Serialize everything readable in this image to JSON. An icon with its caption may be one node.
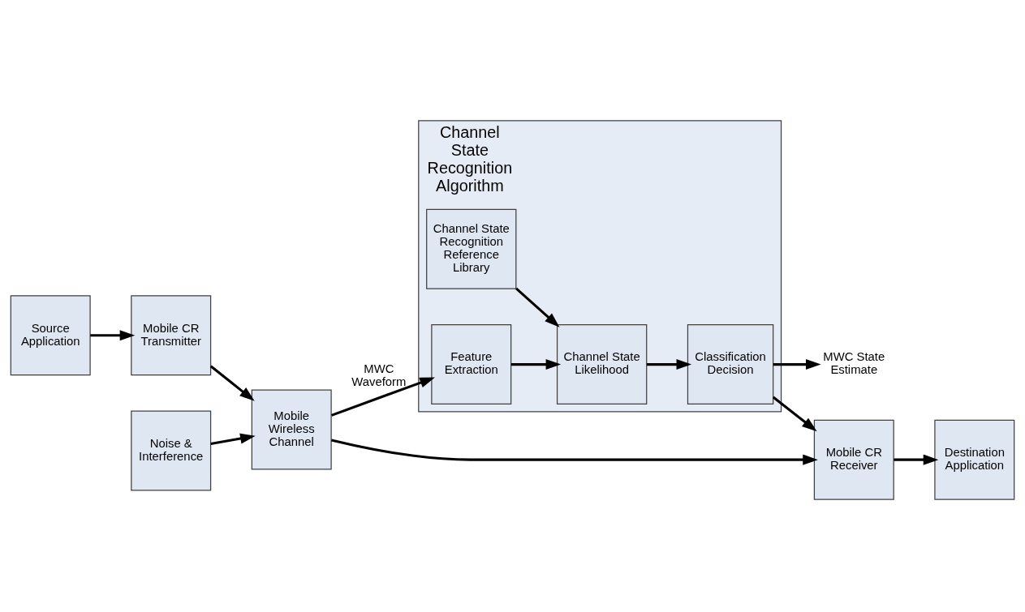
{
  "diagram": {
    "nodes": [
      {
        "text": [
          "Channel State Recognition Algorithm"
        ]
      },
      {
        "text": [
          "Channel State Recognition Reference Library"
        ],
        "in": 0
      },
      {
        "text": [
          "Feature Extraction"
        ],
        "in": 0
      },
      {
        "text": [
          "Channel State Likelihood"
        ],
        "in": 0
      },
      {
        "text": [
          "Classification Decision"
        ],
        "in": 0
      },
      {
        "text": [
          "Source Application"
        ]
      },
      {
        "text": [
          "Mobile CR Transmitter"
        ]
      },
      {
        "text": [
          "Mobile Wireless Channel"
        ]
      },
      {
        "text": [
          "Mobile CR Receiver"
        ]
      },
      {
        "text": [
          "Destination Application"
        ]
      },
      {
        "text": [
          "Noise & Interference"
        ]
      },
      {
        "text": [
          "MWC State Estimate"
        ]
      }
    ],
    "edges": [
      {
        "from": 1,
        "to": 3,
        "arrow": "to"
      },
      {
        "from": 2,
        "to": 3,
        "arrow": "to"
      },
      {
        "from": 3,
        "to": 4,
        "arrow": "to"
      },
      {
        "from": 4,
        "to": 11,
        "arrow": "to"
      },
      {
        "from": 4,
        "to": 8,
        "arrow": "to"
      },
      {
        "from": 5,
        "to": 6,
        "arrow": "to"
      },
      {
        "from": 6,
        "to": 7,
        "arrow": "to"
      },
      {
        "from": 7,
        "to": 8,
        "arrow": "to"
      },
      {
        "from": 8,
        "to": 9,
        "arrow": "to"
      },
      {
        "from": 7,
        "to": 2,
        "label": "MWC Waveform",
        "arrow": "to"
      },
      {
        "from": 10,
        "to": 7,
        "arrow": "to"
      }
    ]
  }
}
